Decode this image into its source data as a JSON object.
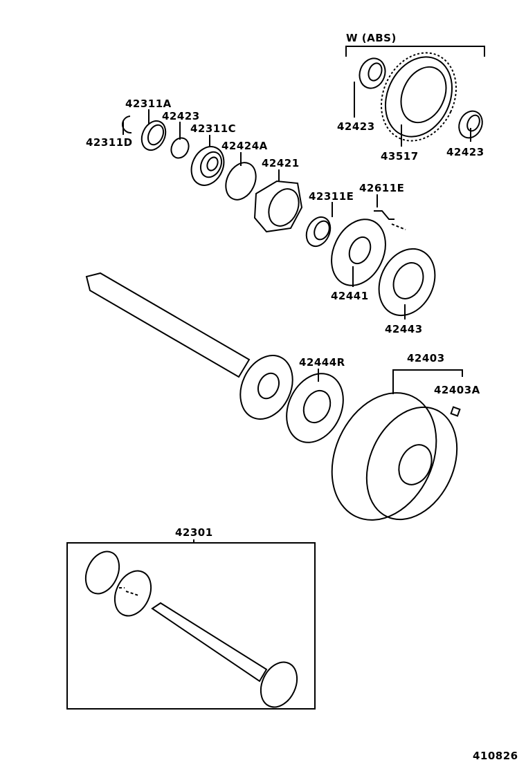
{
  "group_label": "W (ABS)",
  "labels": {
    "abs_seal": "42423",
    "abs_rotor": "43517",
    "abs_seal_right": "42423",
    "retainer": "42311A",
    "seal_inner": "42423",
    "bearing": "42311C",
    "snap_ring": "42311D",
    "o_ring": "42424A",
    "bearing_housing": "42421",
    "retainer_e": "42311E",
    "hub_bolt": "42611E",
    "backing_plate": "42441",
    "gasket": "42443",
    "gasket_r": "42444R",
    "brake_drum": "42403",
    "drum_plug": "42403A",
    "axle_shaft_assy": "42301"
  },
  "diagram_code": "410826",
  "colors": {
    "ink": "#000000",
    "paper": "#ffffff"
  }
}
